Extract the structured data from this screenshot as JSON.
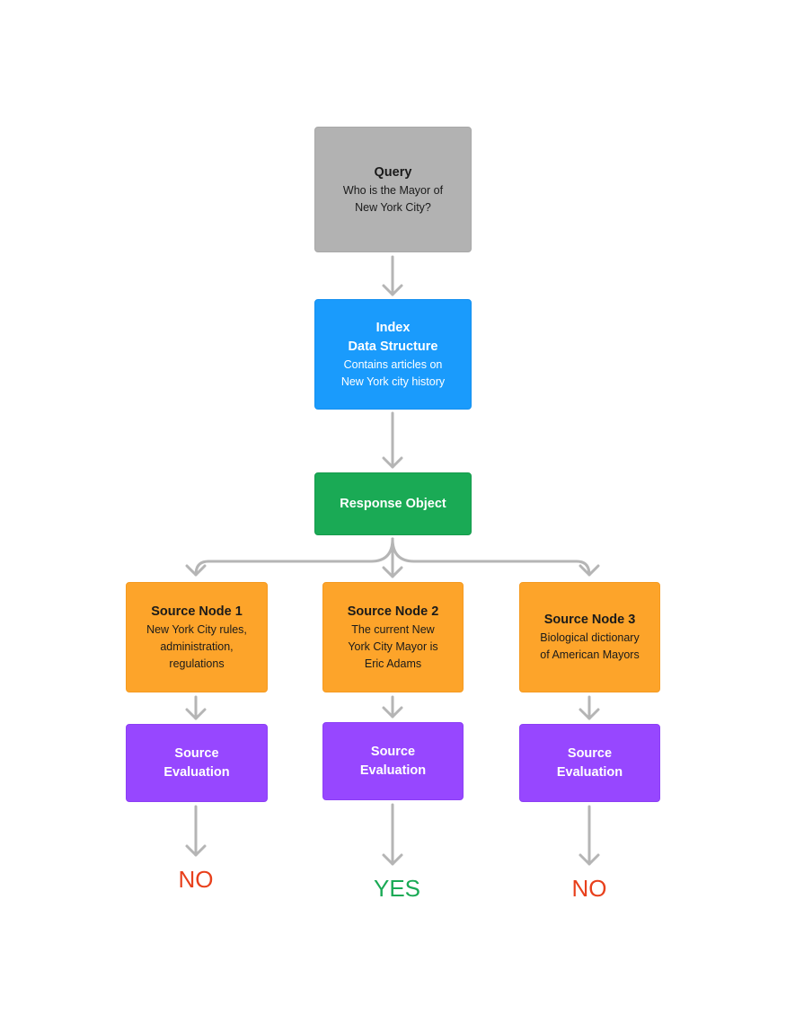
{
  "query": {
    "title": "Query",
    "lines": [
      "Who is the Mayor of",
      "New York City?"
    ]
  },
  "index": {
    "title_lines": [
      "Index",
      "Data Structure"
    ],
    "lines": [
      "Contains articles on",
      "New York city history"
    ]
  },
  "response": {
    "title": "Response Object"
  },
  "sources": [
    {
      "title": "Source Node 1",
      "lines": [
        "New York City rules,",
        "administration,",
        "regulations"
      ]
    },
    {
      "title": "Source Node 2",
      "lines": [
        "The current New",
        "York City Mayor is",
        "Eric Adams"
      ]
    },
    {
      "title": "Source Node 3",
      "lines": [
        "Biological dictionary",
        "of American Mayors"
      ]
    }
  ],
  "evaluations": [
    {
      "lines": [
        "Source",
        "Evaluation"
      ]
    },
    {
      "lines": [
        "Source",
        "Evaluation"
      ]
    },
    {
      "lines": [
        "Source",
        "Evaluation"
      ]
    }
  ],
  "results": [
    "NO",
    "YES",
    "NO"
  ],
  "colors": {
    "query": "#b2b2b2",
    "index": "#1a9bfc",
    "response": "#1aaa55",
    "source": "#fda42a",
    "evaluation": "#9747ff",
    "no": "#e8401c",
    "yes": "#1aaa55",
    "arrow": "#b5b5b5"
  }
}
